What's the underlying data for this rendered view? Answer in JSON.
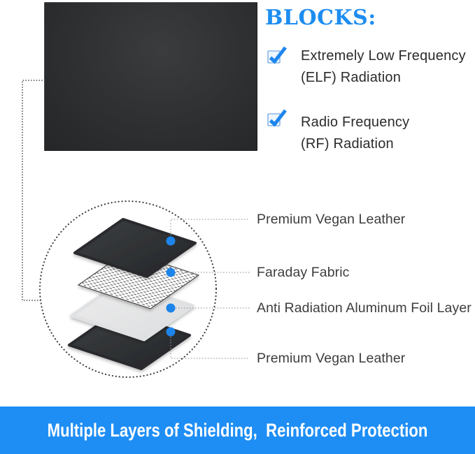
{
  "blocks": {
    "heading": "BLOCKS:",
    "items": [
      {
        "line1": "Extremely Low Frequency",
        "line2": "(ELF) Radiation"
      },
      {
        "line1": "Radio Frequency",
        "line2": "(RF) Radiation"
      }
    ]
  },
  "diagram": {
    "layer_labels": [
      "Premium Vegan Leather",
      "Faraday Fabric",
      "Anti Radiation Aluminum Foil Layer",
      "Premium Vegan Leather"
    ]
  },
  "banner": {
    "text": "Multiple Layers of Shielding,  Reinforced Protection"
  },
  "colors": {
    "heading_blue": "#1d8df0",
    "check_blue": "#1e86ee",
    "dot_blue": "#1d84ea",
    "banner_blue": "#1e8ef5",
    "body_text": "#2b2b2b",
    "label_text": "#3d3d3d"
  }
}
